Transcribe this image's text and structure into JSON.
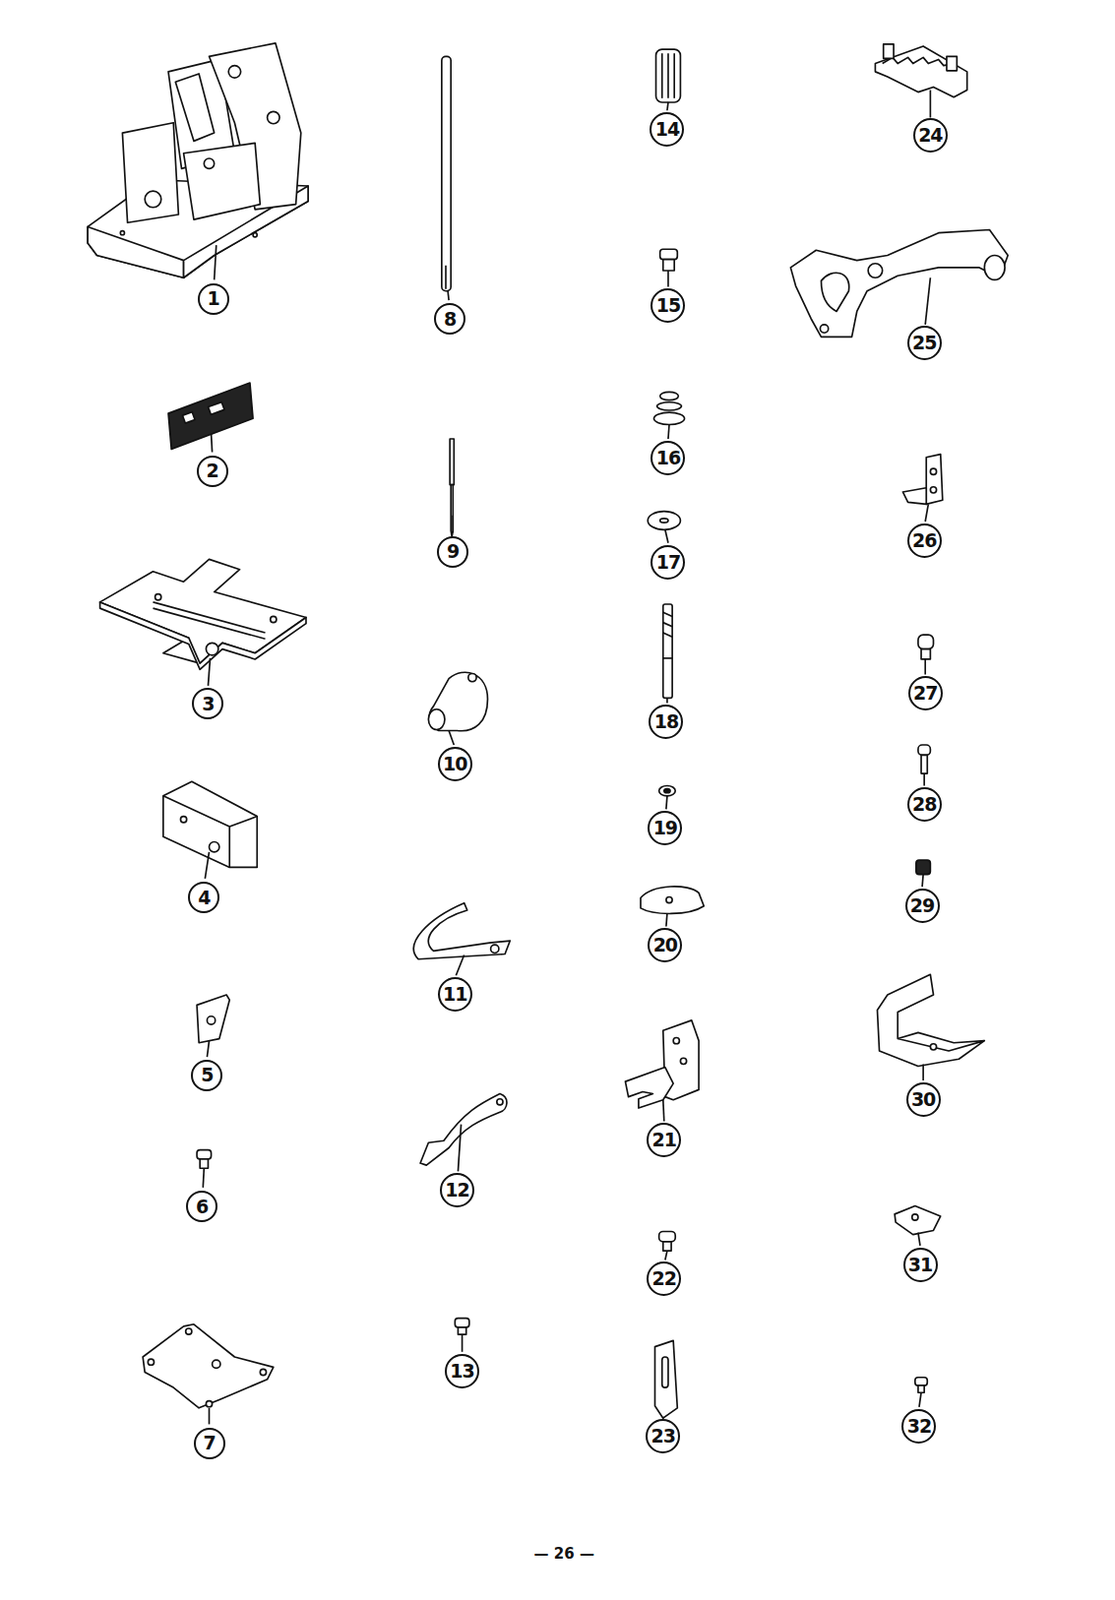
{
  "diagram": {
    "nodes": [
      {
        "text": [
          "1"
        ]
      },
      {
        "text": [
          "2"
        ]
      },
      {
        "text": [
          "3"
        ]
      },
      {
        "text": [
          "4"
        ]
      },
      {
        "text": [
          "5"
        ]
      },
      {
        "text": [
          "6"
        ]
      },
      {
        "text": [
          "7"
        ]
      },
      {
        "text": [
          "8"
        ]
      },
      {
        "text": [
          "9"
        ]
      },
      {
        "text": [
          "10"
        ]
      },
      {
        "text": [
          "11"
        ]
      },
      {
        "text": [
          "12"
        ]
      },
      {
        "text": [
          "13"
        ]
      },
      {
        "text": [
          "14"
        ]
      },
      {
        "text": [
          "15"
        ]
      },
      {
        "text": [
          "16"
        ]
      },
      {
        "text": [
          "17"
        ]
      },
      {
        "text": [
          "18"
        ]
      },
      {
        "text": [
          "19"
        ]
      },
      {
        "text": [
          "20"
        ]
      },
      {
        "text": [
          "21"
        ]
      },
      {
        "text": [
          "22"
        ]
      },
      {
        "text": [
          "23"
        ]
      },
      {
        "text": [
          "24"
        ]
      },
      {
        "text": [
          "25"
        ]
      },
      {
        "text": [
          "26"
        ]
      },
      {
        "text": [
          "27"
        ]
      },
      {
        "text": [
          "28"
        ]
      },
      {
        "text": [
          "29"
        ]
      },
      {
        "text": [
          "30"
        ]
      },
      {
        "text": [
          "31"
        ]
      },
      {
        "text": [
          "32"
        ]
      }
    ],
    "labels": [
      "— 26 —"
    ]
  }
}
